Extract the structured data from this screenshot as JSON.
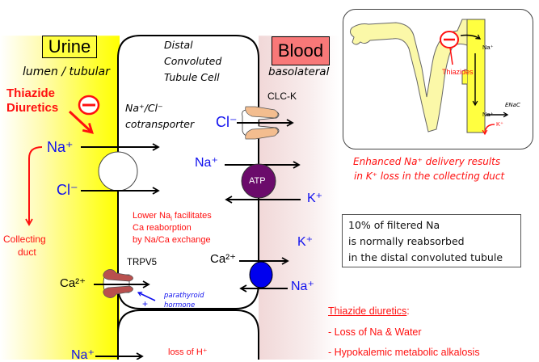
{
  "compartments": {
    "urine_label": "Urine",
    "urine_sublabel": "lumen / tubular",
    "blood_label": "Blood",
    "blood_sublabel": "basolateral",
    "cell_title_lines": [
      "Distal",
      "Convoluted",
      "Tubule Cell"
    ]
  },
  "drug": {
    "name_lines": [
      "Thiazide",
      "Diuretics"
    ],
    "inhibit_symbol": "inhibition-icon"
  },
  "transporters": {
    "ncc_label_line1": "Na⁺/Cl⁻",
    "ncc_label_line2": "cotransporter",
    "clck_label": "CLC-K",
    "atp_label": "ATP",
    "trpv5_label": "TRPV5"
  },
  "ions": {
    "na": "Na⁺",
    "cl": "Cl⁻",
    "k": "K⁺",
    "ca": "Ca²⁺"
  },
  "annotations": {
    "collecting_duct_lines": [
      "Collecting",
      "duct"
    ],
    "lower_na_lines": [
      "Lower Na",
      "Ca reaborption",
      "by Na/Ca exchange"
    ],
    "lower_na_sub": "i",
    "lower_na_suffix": " facilitates",
    "pth_lines": [
      "parathyroid",
      "hormone"
    ],
    "pth_plus": "+",
    "loss_h": "loss of H⁺"
  },
  "inset": {
    "thiazides_label": "Thiazides",
    "na_top": "Na⁺",
    "na_bottom": "Na⁺",
    "enac_label": "ENaC",
    "k_label": "K⁺",
    "caption_lines": [
      "Enhanced Na⁺ delivery results",
      "in K⁺ loss in the collecting duct"
    ]
  },
  "info_box": {
    "lines": [
      "10% of filtered Na",
      "is normally reabsorbed",
      "in the distal convoluted tubule"
    ]
  },
  "effects": {
    "title": "Thiazide diuretics",
    "title_suffix": ":",
    "items": [
      "- Loss of Na & Water",
      "- Hypokalemic metabolic alkalosis"
    ]
  },
  "colors": {
    "urine_yellow": "#ffff00",
    "blood_pink": "#f2dcdc",
    "atp_purple": "#6b0b6b",
    "ncx_blue": "#0000ee",
    "clck_orange": "#f3bd8f",
    "trpv5_red": "#b9504e",
    "text_red": "#ff1010",
    "text_blue": "#1010ee"
  }
}
